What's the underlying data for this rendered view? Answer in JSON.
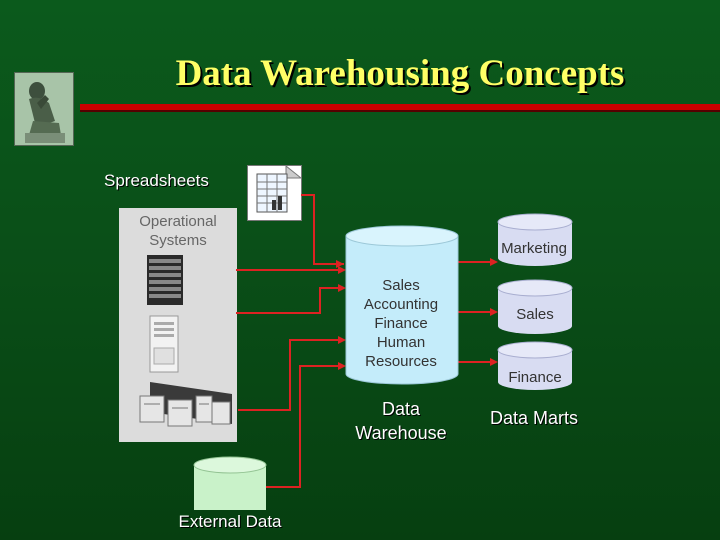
{
  "slide": {
    "title": "Data Warehousing Concepts"
  },
  "diagram": {
    "spreadsheets_label": "Spreadsheets",
    "operational_systems_label": "Operational Systems",
    "warehouse_contents": [
      "Sales",
      "Accounting",
      "Finance",
      "Human",
      "Resources"
    ],
    "data_warehouse_label": "Data Warehouse",
    "data_marts": [
      "Marketing",
      "Sales",
      "Finance"
    ],
    "data_marts_label": "Data Marts",
    "external_data_label": "External Data"
  },
  "colors": {
    "title": "#ffff66",
    "title_rule": "#cc0000",
    "connector": "#dd2222",
    "cylinder_blue": "#c4ecfa",
    "cylinder_green": "#c9f2c9",
    "mart_lilac": "#d8dcf2"
  },
  "icons": {
    "logo": "thinker-statue-icon",
    "spreadsheet": "spreadsheet-icon",
    "servers": [
      "rack-server-icon",
      "tower-server-icon",
      "mainframe-icon"
    ]
  }
}
